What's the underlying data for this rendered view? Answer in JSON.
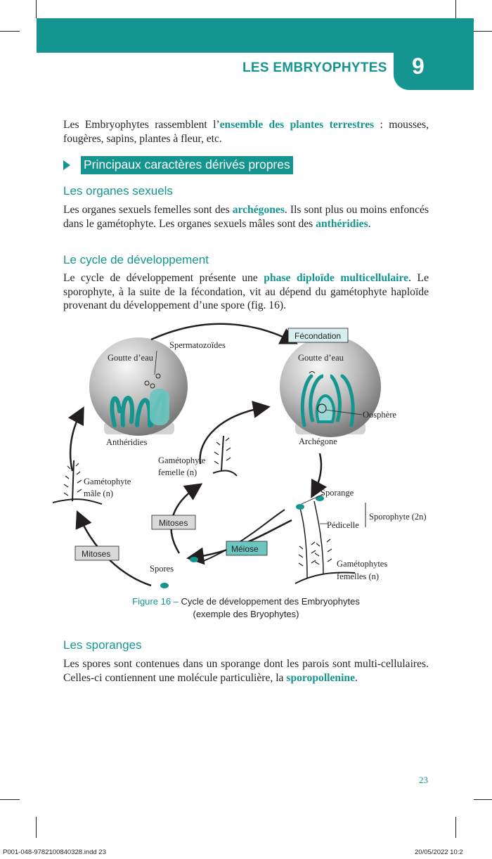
{
  "header": {
    "title": "LES EMBRYOPHYTES",
    "chapter_number": "9"
  },
  "intro": {
    "before": "Les Embryophytes rassemblent l’",
    "highlight": "ensemble des plantes terrestres",
    "after": " : mousses, fougères, sapins, plantes à fleur, etc."
  },
  "section": {
    "heading": "Principaux caractères dérivés propres"
  },
  "organes": {
    "title": "Les organes sexuels",
    "p1": "Les organes sexuels femelles sont des ",
    "h1": "archégones",
    "p2": ". Ils sont plus ou moins enfoncés dans le gamétophyte. Les organes sexuels mâles sont des ",
    "h2": "anthéridies",
    "p3": "."
  },
  "cycle": {
    "title": "Le cycle de développement",
    "p1": "Le cycle de développement présente une ",
    "h1": "phase diploïde multicellulaire",
    "p2": ". Le sporophyte, à la suite de la fécondation, vit au dépend du gamétophyte haploïde provenant du développement d’une spore (fig. 16)."
  },
  "figure": {
    "labels": {
      "fecondation": "Fécondation",
      "spermatozoides": "Spermatozoïdes",
      "goutte_left": "Goutte d’eau",
      "goutte_right": "Goutte d’eau",
      "oosphere": "Oosphère",
      "antheridies": "Anthéridies",
      "archegone": "Archégone",
      "gameto_femelle_1": "Gamétophyte",
      "gameto_femelle_2": "femelle (n)",
      "gameto_male_1": "Gamétophyte",
      "gameto_male_2": "mâle (n)",
      "sporange": "Sporange",
      "pedicelle": "Pédicelle",
      "sporophyte": "Sporophyte (2n)",
      "mitoses_center": "Mitoses",
      "mitoses_left": "Mitoses",
      "meiose": "Méiose",
      "spores": "Spores",
      "gametophytes_1": "Gamétophytes",
      "gametophytes_2": "femelles (n)"
    },
    "caption_prefix": "Figure 16 – ",
    "caption_line1": "Cycle de développement des Embryophytes",
    "caption_line2": "(exemple des Bryophytes)"
  },
  "sporanges": {
    "title": "Les sporanges",
    "p1": "Les spores sont contenues dans un sporange dont les parois sont multi-cellulaires. Celles-ci contiennent une molécule particulière, la ",
    "h1": "sporopollenine",
    "p2": "."
  },
  "page_number": "23",
  "footer": {
    "left": "P001-048-9782100840328.indd   23",
    "right": "20/05/2022   10:2"
  },
  "colors": {
    "accent": "#15958f",
    "text": "#231f20"
  }
}
